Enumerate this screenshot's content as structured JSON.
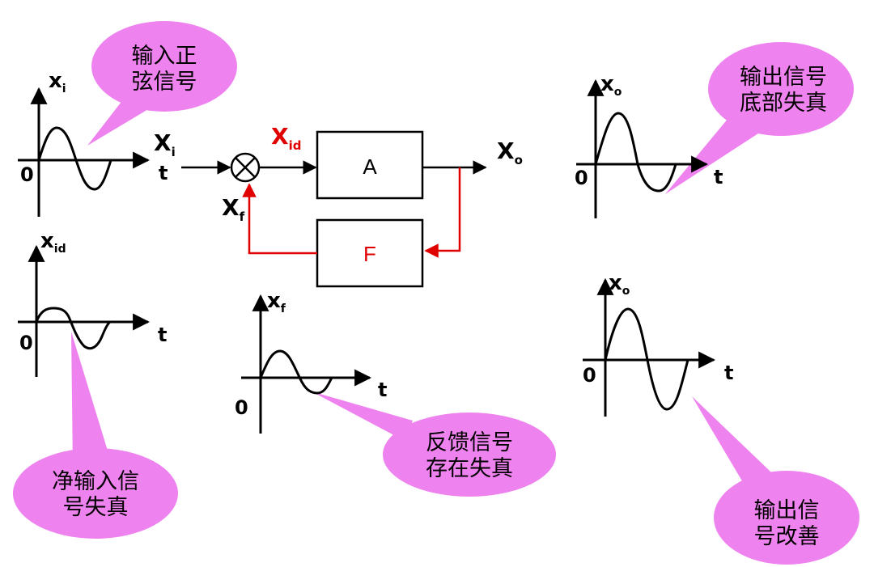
{
  "colors": {
    "callout_fill": "#ee82ee",
    "feedback": "#e00000",
    "line": "#000000"
  },
  "block_diagram": {
    "input": {
      "main": "X",
      "sub": "i",
      "axis": "t"
    },
    "error": {
      "main": "X",
      "sub": "id"
    },
    "output": {
      "main": "X",
      "sub": "o"
    },
    "feedback": {
      "main": "X",
      "sub": "f"
    },
    "forward_block": "A",
    "feedback_block": "F",
    "summer_icon": "summing-junction-icon"
  },
  "plots": {
    "input": {
      "ylabel_main": "x",
      "ylabel_sub": "i",
      "xlabel": "t",
      "origin": "0"
    },
    "error": {
      "ylabel_main": "x",
      "ylabel_sub": "id",
      "xlabel": "t",
      "origin": "0"
    },
    "feedback": {
      "ylabel_main": "x",
      "ylabel_sub": "f",
      "xlabel": "t",
      "origin": "0"
    },
    "output_distorted": {
      "ylabel_main": "x",
      "ylabel_sub": "o",
      "xlabel": "t",
      "origin": "0"
    },
    "output_improved": {
      "ylabel_main": "x",
      "ylabel_sub": "o",
      "xlabel": "t",
      "origin": "0"
    }
  },
  "callouts": {
    "input": [
      "输入正",
      "弦信号"
    ],
    "output_bottom": [
      "输出信号",
      "底部失真"
    ],
    "net_input": [
      "净输入信",
      "号失真"
    ],
    "feedback": [
      "反馈信号",
      "存在失真"
    ],
    "output_improved": [
      "输出信",
      "号改善"
    ]
  }
}
